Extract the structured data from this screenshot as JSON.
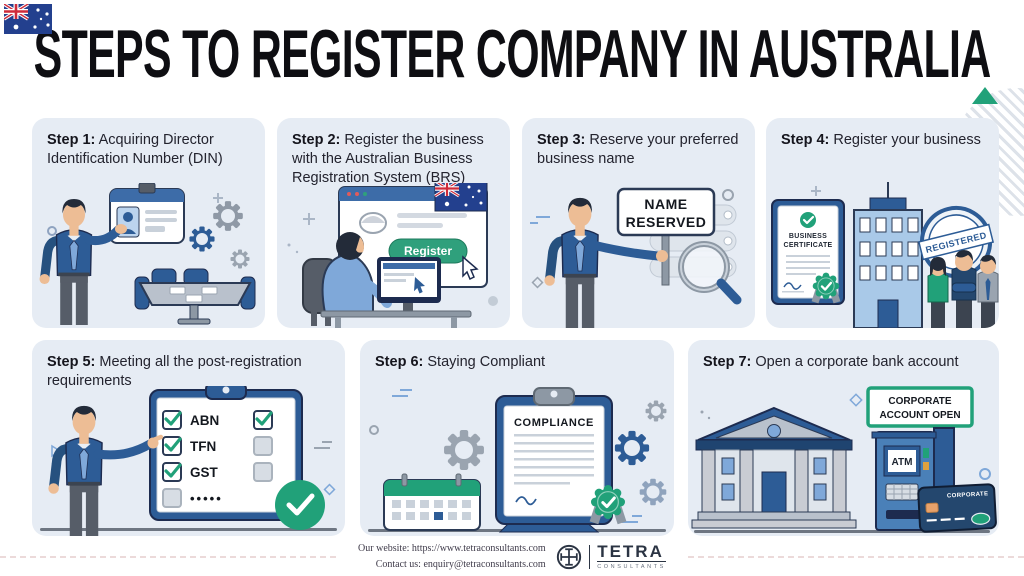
{
  "header": {
    "title": "STEPS TO REGISTER COMPANY IN AUSTRALIA"
  },
  "steps": [
    {
      "label": "Step 1:",
      "text": " Acquiring Director Identification Number (DIN)"
    },
    {
      "label": "Step 2:",
      "text": " Register the business with the Australian Business Registration System (BRS)"
    },
    {
      "label": "Step 3:",
      "text": " Reserve your preferred business name"
    },
    {
      "label": "Step 4:",
      "text": " Register your business"
    },
    {
      "label": "Step 5:",
      "text": " Meeting all the post-registration requirements"
    },
    {
      "label": "Step 6:",
      "text": " Staying Compliant"
    },
    {
      "label": "Step 7:",
      "text": " Open a corporate bank account"
    }
  ],
  "illustrations": {
    "step2_button_label": "Register",
    "step3_sign_line1": "NAME",
    "step3_sign_line2": "RESERVED",
    "step4_certificate_line1": "BUSINESS",
    "step4_certificate_line2": "CERTIFICATE",
    "step4_stamp_label": "REGISTERED",
    "step5_checklist": [
      "ABN",
      "TFN",
      "GST"
    ],
    "step5_dots": "•••••",
    "step6_doc_title": "COMPLIANCE",
    "step7_sign_line1": "CORPORATE",
    "step7_sign_line2": "ACCOUNT OPEN",
    "step7_atm_label": "ATM",
    "step7_card_label": "CORPORATE"
  },
  "footer": {
    "website": "Our website: https://www.tetraconsultants.com",
    "contact": "Contact us: enquiry@tetraconsultants.com",
    "brand_name": "TETRA",
    "brand_subtitle": "CONSULTANTS"
  },
  "colors": {
    "accent_green": "#21a179",
    "primary_navy": "#2d5c96",
    "card_background": "#e6ecf4"
  }
}
